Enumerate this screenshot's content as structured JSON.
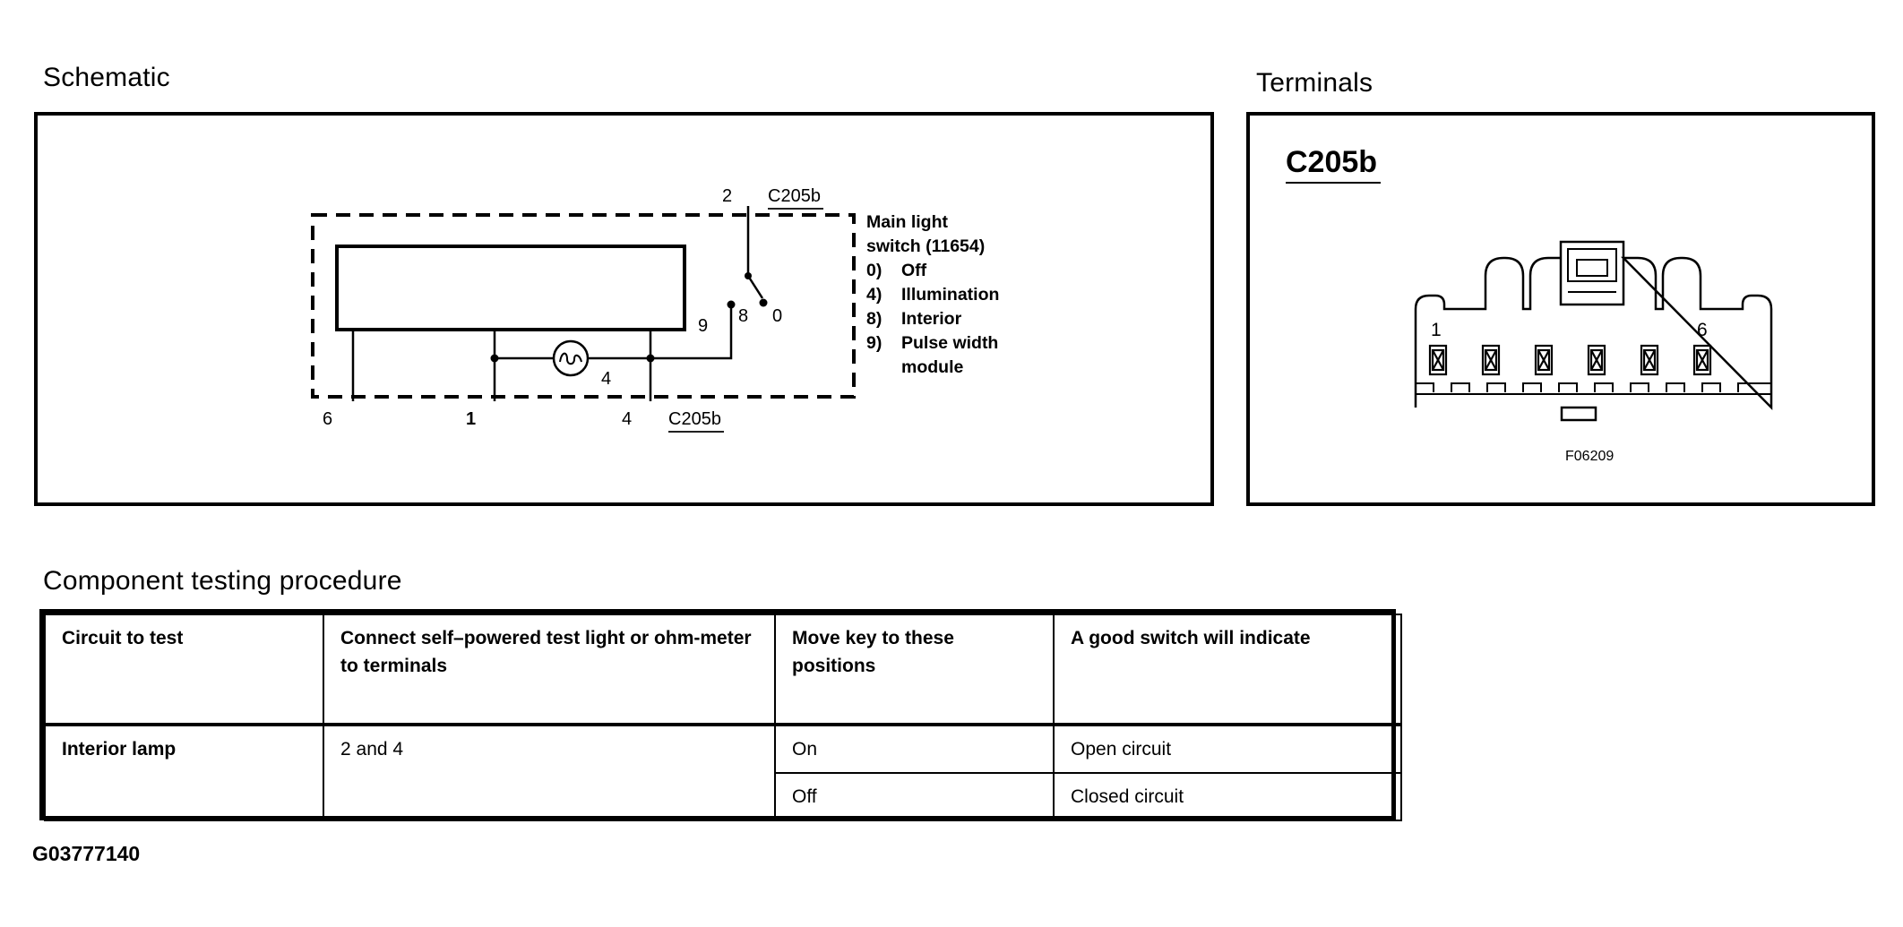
{
  "schematic": {
    "title": "Schematic",
    "pin_2": "2",
    "pin_8": "8",
    "pin_0": "0",
    "pin_9": "9",
    "pin_4_inner": "4",
    "pin_6": "6",
    "pin_1": "1",
    "pin_4": "4",
    "connector_top": "C205b",
    "connector_bottom": "C205b",
    "legend": {
      "line1": "Main light",
      "line2": "switch (11654)",
      "items": [
        {
          "key": "0)",
          "label": "Off"
        },
        {
          "key": "4)",
          "label": "Illumination"
        },
        {
          "key": "8)",
          "label": "Interior"
        },
        {
          "key": "9)",
          "label": "Pulse width"
        }
      ],
      "item4_cont": "module"
    }
  },
  "terminals": {
    "title": "Terminals",
    "connector_name": "C205b",
    "pin_first": "1",
    "pin_last": "6",
    "figure_id": "F06209"
  },
  "procedure": {
    "title": "Component testing procedure",
    "headers": [
      "Circuit to test",
      "Connect self–powered test light or ohm-meter to terminals",
      "Move key to these positions",
      "A good switch will indicate"
    ],
    "row": {
      "circuit": "Interior lamp",
      "terminals": "2 and 4",
      "positions": [
        {
          "position": "On",
          "result": "Open circuit"
        },
        {
          "position": "Off",
          "result": "Closed circuit"
        }
      ]
    }
  },
  "document_id": "G03777140"
}
